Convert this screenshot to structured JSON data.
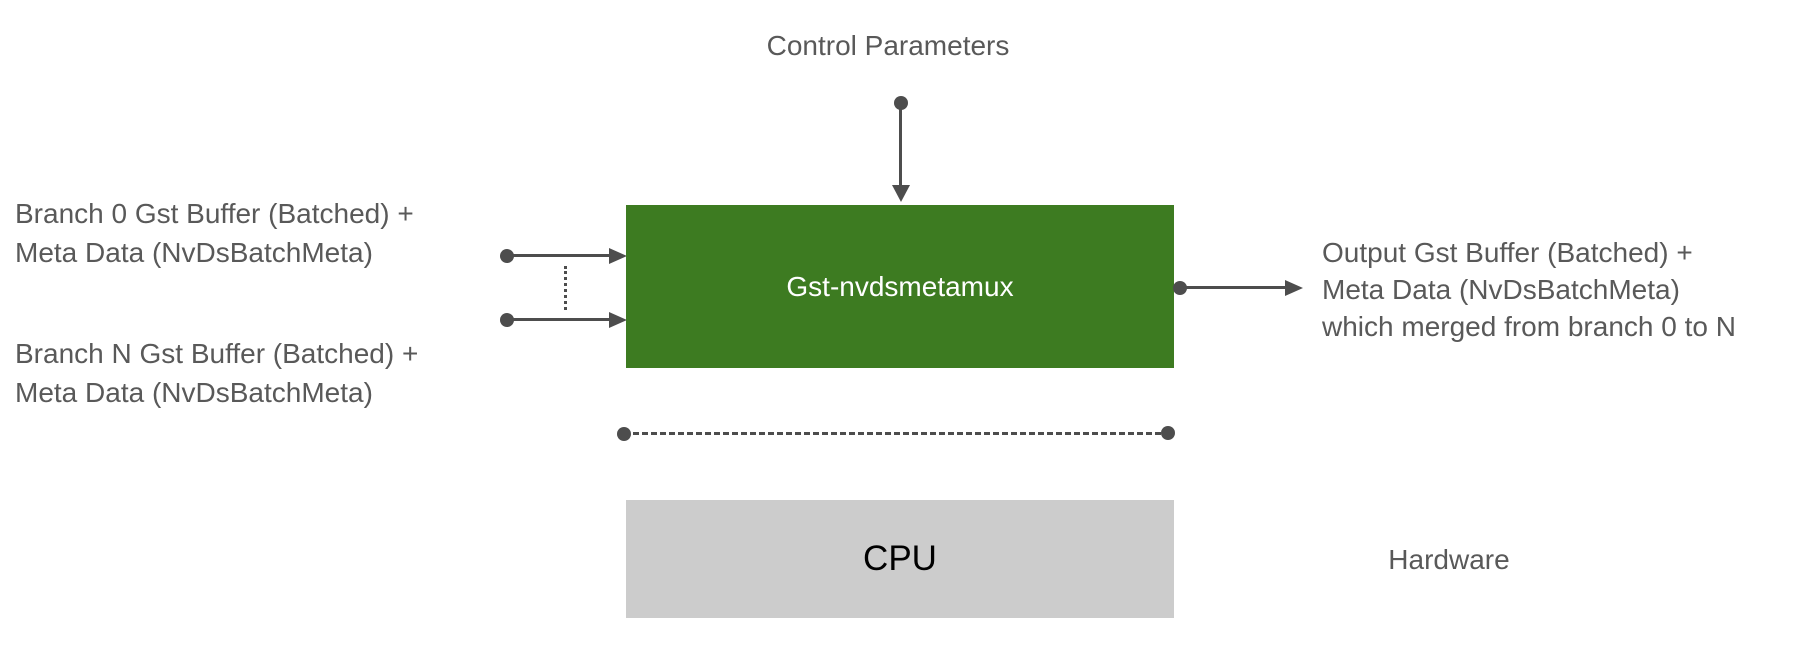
{
  "diagram": {
    "control_label": "Control Parameters",
    "plugin_box": {
      "label": "Gst-nvdsmetamux"
    },
    "input_branch_0": {
      "line1": "Branch 0 Gst Buffer (Batched) +",
      "line2": "Meta Data (NvDsBatchMeta)"
    },
    "input_branch_n": {
      "line1": "Branch N Gst Buffer (Batched) +",
      "line2": "Meta Data (NvDsBatchMeta)"
    },
    "output": {
      "line1": "Output Gst Buffer (Batched) +",
      "line2": "Meta Data (NvDsBatchMeta)",
      "line3": "which merged from branch 0 to N"
    },
    "cpu_box": {
      "label": "CPU"
    },
    "hardware_label": "Hardware",
    "colors": {
      "plugin-green": "#3D7B21",
      "plugin-text": "#FFFFFF",
      "cpu-fill": "#CCCCCC",
      "cpu-text": "#000000",
      "text-gray": "#595959",
      "arrow": "#4D4D4D"
    }
  }
}
